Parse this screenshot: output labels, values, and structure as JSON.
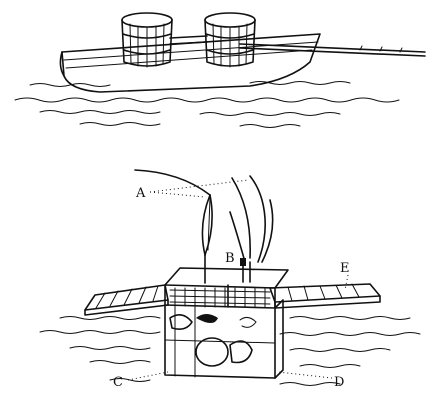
{
  "labels": {
    "a": "A",
    "b": "B",
    "c": "C",
    "d": "D",
    "e": "E"
  }
}
